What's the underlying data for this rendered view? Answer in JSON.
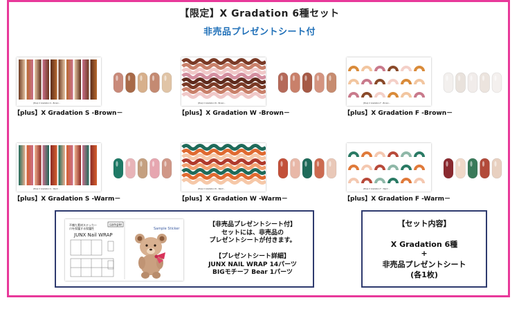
{
  "header": {
    "title": "【限定】X Gradation 6種セット",
    "subtitle": "非売品プレゼントシート付"
  },
  "products": [
    {
      "label": "【plus】X Gradation S -Brown－",
      "sheet_caption": "[Plus] X Gradation S - Brown -",
      "palette": [
        "#6e3a22",
        "#b86a2e",
        "#e9c8a6",
        "#c9708c",
        "#5a2c1a"
      ],
      "pattern": "stripes",
      "nail_colors": [
        "#c98a7a",
        "#a86a48",
        "#d7b08c",
        "#c48a72",
        "#e0c4a6"
      ]
    },
    {
      "label": "【plus】X Gradation W -Brown－",
      "sheet_caption": "[Plus] X Gradation W - Brown -",
      "palette": [
        "#7a3a26",
        "#c9806a",
        "#f0c8c8",
        "#d48fa0",
        "#5e2a1c"
      ],
      "pattern": "waves",
      "nail_colors": [
        "#b56a5a",
        "#c9806a",
        "#a65a46",
        "#d49480",
        "#c78c70"
      ]
    },
    {
      "label": "【plus】X Gradation F -Brown－",
      "sheet_caption": "[Plus] X Gradation F - Brown -",
      "palette": [
        "#d98b3a",
        "#f2c6a0",
        "#c97a8c",
        "#8a4a2a",
        "#f4d0c8"
      ],
      "pattern": "arches",
      "nail_colors": [
        "#f3f0ee",
        "#e9e2dc",
        "#f1ecea",
        "#ece4de",
        "#f4f0ee"
      ]
    },
    {
      "label": "【plus】X Gradation S -Warm－",
      "sheet_caption": "[Plus] X Gradation S - Warm -",
      "palette": [
        "#1f6b5a",
        "#d4602e",
        "#f0b090",
        "#c9708c",
        "#8c2a24"
      ],
      "pattern": "stripes",
      "nail_colors": [
        "#1f7a66",
        "#e8b4b8",
        "#c4a080",
        "#e6a6b0",
        "#d09888"
      ]
    },
    {
      "label": "【plus】X Gradation W -Warm－",
      "sheet_caption": "[Plus] X Gradation W - Warm -",
      "palette": [
        "#1f6b5a",
        "#e06a30",
        "#f6c8a8",
        "#b03a2c",
        "#f2a070"
      ],
      "pattern": "waves",
      "nail_colors": [
        "#c2503a",
        "#e8b8a8",
        "#1f6b5a",
        "#cc6a50",
        "#e9c8b8"
      ]
    },
    {
      "label": "【plus】X Gradation F -Warm－",
      "sheet_caption": "[Plus] X Gradation F - Warm -",
      "palette": [
        "#2a7a64",
        "#e07a3a",
        "#f4c8b0",
        "#b84a3a",
        "#8fb8a8"
      ],
      "pattern": "arches",
      "nail_colors": [
        "#8a2a30",
        "#f0d8c8",
        "#3a7a5a",
        "#b24a3a",
        "#e8d0c0"
      ]
    }
  ],
  "present": {
    "mini_sheet_title": "JUNX Nail WRAP",
    "mini_sheet_sub": "不織た素材ステッカー\n爪を保護する保護性",
    "sample_label": "sample",
    "sticker_label": "Sample Sticker",
    "lines": [
      "【非売品プレゼントシート付】",
      "セットには、非売品の",
      "プレゼントシートが付きます。",
      "",
      "【プレゼントシート詳細】",
      "JUNX NAIL WRAP 14パーツ",
      "BIGモチーフ Bear 1パーツ"
    ]
  },
  "set_contents": {
    "heading": "【セット内容】",
    "line1": "X Gradation 6種",
    "plus": "+",
    "line2": "非売品プレゼントシート",
    "line3": "(各1枚)"
  },
  "colors": {
    "frame": "#e8399a",
    "subtitle": "#1e6fb8",
    "box_border": "#2e3a6e"
  }
}
